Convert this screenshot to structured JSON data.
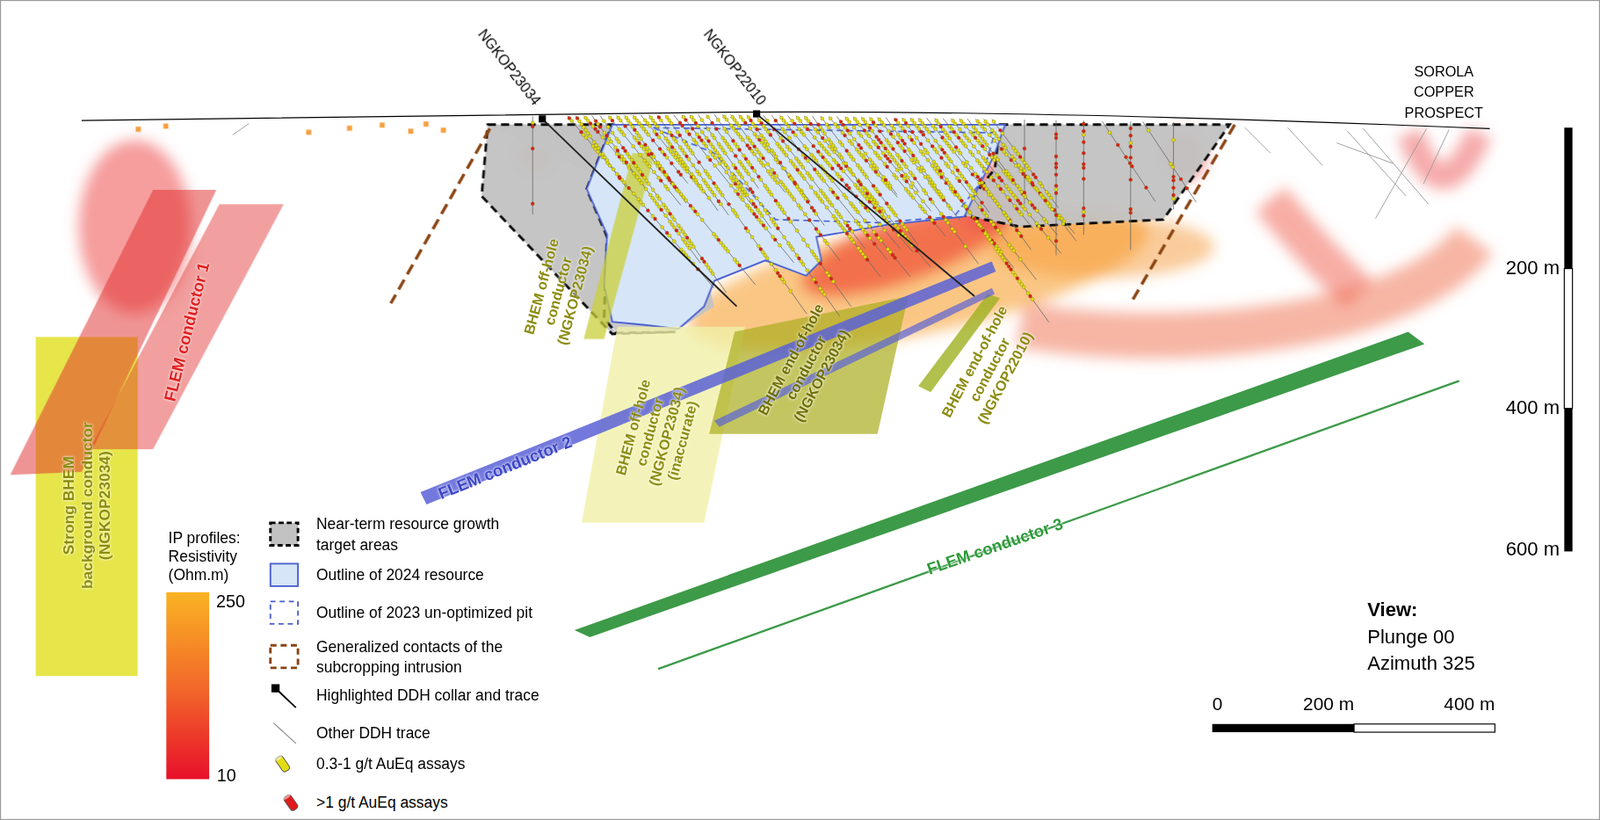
{
  "diagram": {
    "labels": [
      "NGKOP23034",
      "NGKOP22010",
      "SOROLA COPPER PROSPECT",
      "200 m",
      "400 m",
      "600 m",
      "FLEM conductor 1",
      "Strong BHEM background conductor (NGKOP23034)",
      "BHEM off-hole conductor (NGKOP23034)",
      "BHEM off-hole conductor (NGKOP23034) (inaccurate)",
      "BHEM end-of-hole conductor (NGKOP23034)",
      "BHEM end-of-hole conductor (NGKOP22010)",
      "FLEM conductor 2",
      "FLEM conductor 3",
      "IP profiles: Resistivity (Ohm.m)",
      "250",
      "10",
      "View:",
      "Plunge 00",
      "Azimuth 325",
      "0",
      "200 m",
      "400 m"
    ],
    "legend": [
      {
        "text": "Near-term resource growth target areas",
        "color": "#c2c2c2"
      },
      {
        "text": "Outline of 2024 resource",
        "color": "#d6e6f8"
      },
      {
        "text": "Outline of 2023 un-optimized pit"
      },
      {
        "text": "Generalized contacts of the subcropping intrusion"
      },
      {
        "text": "Highlighted DDH collar and trace"
      },
      {
        "text": "Other DDH trace"
      },
      {
        "text": "0.3-1 g/t AuEq assays",
        "color": "#e3dc12"
      },
      {
        "text": ">1 g/t AuEq assays",
        "color": "#e01b1b"
      }
    ]
  }
}
